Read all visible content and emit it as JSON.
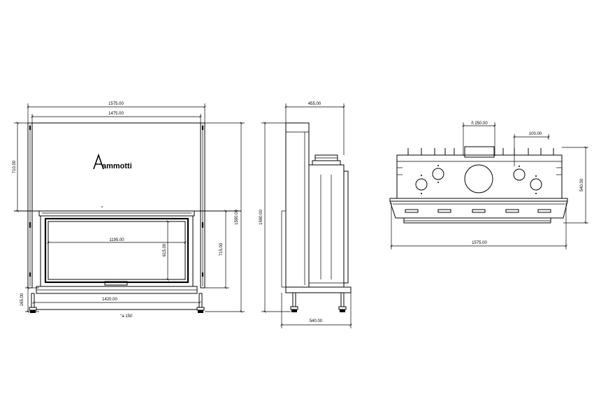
{
  "brand": {
    "logo_text": "ammotti"
  },
  "front_view": {
    "dim_overall_width": "1575.00",
    "dim_inner_width": "1475.00",
    "dim_top_height": "710.00",
    "dim_total_height": "1590.00",
    "dim_door_height": "715.00",
    "dim_glass_width": "1195.00",
    "dim_glass_height": "615.00",
    "dim_base_width": "1420.00",
    "dim_leg_height": "165.00",
    "flue_note": "°a 150"
  },
  "side_view": {
    "dim_top_depth": "455.00",
    "dim_height": "1590.00",
    "dim_base_depth": "540.00"
  },
  "top_view": {
    "dim_flue": "ñ 250.00",
    "dim_small_flue": "100.00",
    "dim_depth": "540.00",
    "dim_width": "1575.00"
  }
}
